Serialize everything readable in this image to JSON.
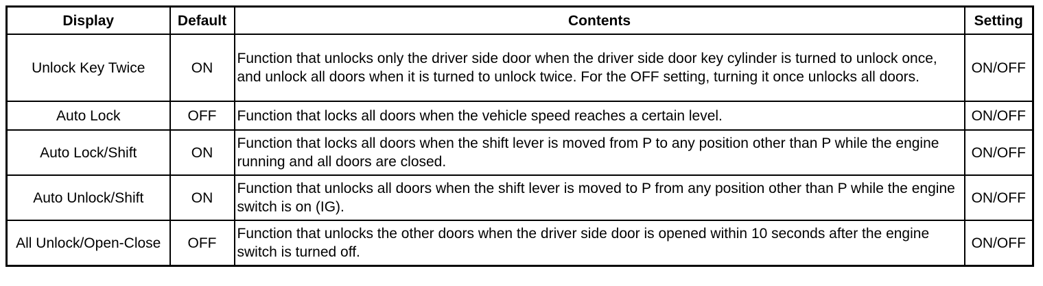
{
  "table": {
    "headers": {
      "display": "Display",
      "default": "Default",
      "contents": "Contents",
      "setting": "Setting"
    },
    "rows": [
      {
        "display": "Unlock Key Twice",
        "default": "ON",
        "contents": "Function that unlocks only the driver side door when the driver side door key cylinder is turned to unlock once, and unlock all doors when it is turned to unlock twice. For the OFF setting, turning it once unlocks all doors.",
        "setting": "ON/OFF"
      },
      {
        "display": "Auto Lock",
        "default": "OFF",
        "contents": "Function that locks all doors when the vehicle speed reaches a certain level.",
        "setting": "ON/OFF"
      },
      {
        "display": "Auto Lock/Shift",
        "default": "ON",
        "contents": "Function that locks all doors when the shift lever is moved from P to any position other than P while the engine running and all doors are closed.",
        "setting": "ON/OFF"
      },
      {
        "display": "Auto Unlock/Shift",
        "default": "ON",
        "contents": "Function that unlocks all doors when the shift lever is moved to P from any position other than P while the engine switch is on (IG).",
        "setting": "ON/OFF"
      },
      {
        "display": "All Unlock/Open-Close",
        "default": "OFF",
        "contents": "Function that unlocks the other doors when the driver side door is opened within 10 seconds after the engine switch is turned off.",
        "setting": "ON/OFF"
      }
    ]
  }
}
